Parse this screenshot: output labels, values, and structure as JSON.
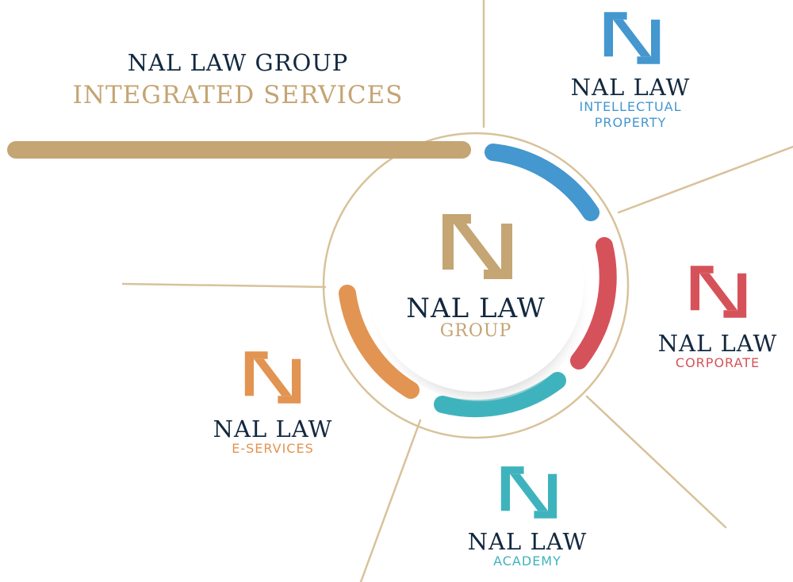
{
  "header": {
    "line1": "NAL LAW GROUP",
    "line2": "INTEGRATED SERVICES"
  },
  "colors": {
    "navy": "#12283f",
    "gold": "#c4a573",
    "blue": "#4497cf",
    "red": "#d6525a",
    "teal": "#3fb3bd",
    "orange": "#e29452"
  },
  "center": {
    "name": "NAL LAW",
    "sub": "GROUP"
  },
  "brands": [
    {
      "name": "NAL LAW",
      "sub1": "INTELLECTUAL",
      "sub2": "PROPERTY"
    },
    {
      "name": "NAL LAW",
      "sub": "CORPORATE"
    },
    {
      "name": "NAL LAW",
      "sub": "ACADEMY"
    },
    {
      "name": "NAL LAW",
      "sub": "E-SERVICES"
    }
  ]
}
